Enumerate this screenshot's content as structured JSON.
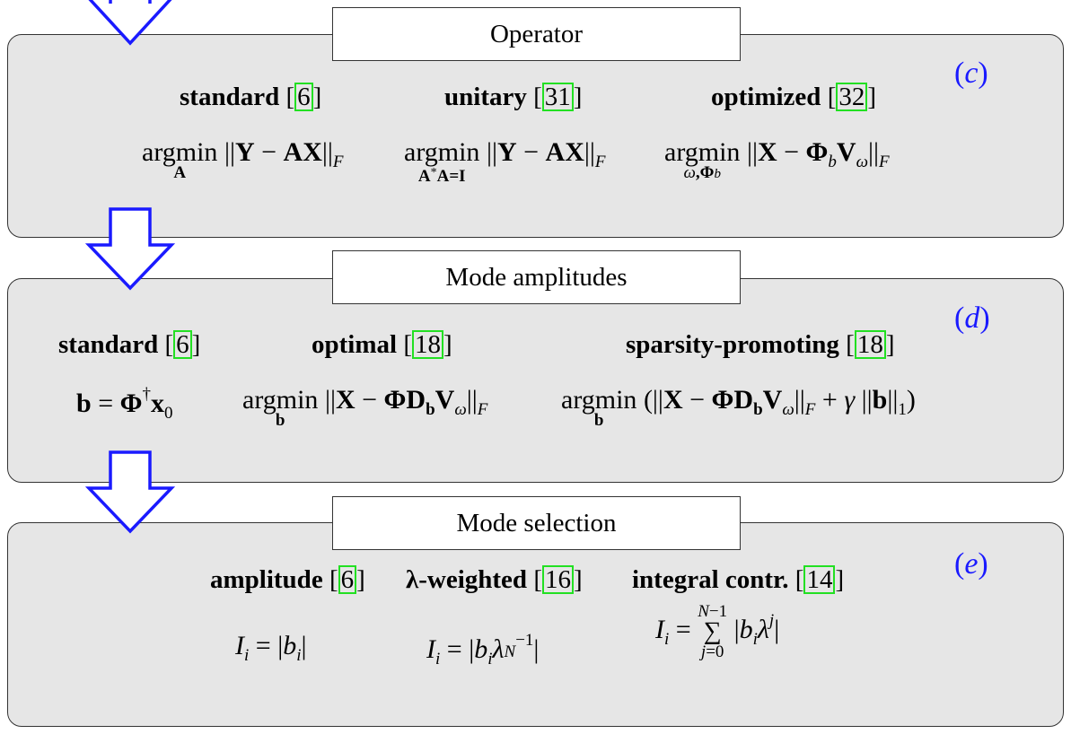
{
  "accent_color": "#1a1aff",
  "citation_color": "#22e022",
  "panels": [
    {
      "title": "Operator",
      "tag": "c",
      "methods": [
        {
          "name": "standard",
          "ref": "6"
        },
        {
          "name": "unitary",
          "ref": "31"
        },
        {
          "name": "optimized",
          "ref": "32"
        }
      ],
      "formulas": [
        {
          "op": "argmin",
          "sub": "A",
          "body": "||Y − AX||",
          "norm": "F"
        },
        {
          "op": "argmin",
          "sub": "A*A=I",
          "body": "||Y − AX||",
          "norm": "F"
        },
        {
          "op": "argmin",
          "sub": "ω,Φb",
          "body": "||X − ΦbVω||",
          "norm": "F"
        }
      ]
    },
    {
      "title": "Mode amplitudes",
      "tag": "d",
      "methods": [
        {
          "name": "standard",
          "ref": "6"
        },
        {
          "name": "optimal",
          "ref": "18"
        },
        {
          "name": "sparsity-promoting",
          "ref": "18"
        }
      ],
      "formulas": [
        {
          "text": "b = Φ†x0"
        },
        {
          "op": "argmin",
          "sub": "b",
          "body": "||X − ΦDbVω||",
          "norm": "F"
        },
        {
          "op": "argmin",
          "sub": "b",
          "body": "(||X − ΦDbVω||F + γ ||b||1)"
        }
      ]
    },
    {
      "title": "Mode selection",
      "tag": "e",
      "methods": [
        {
          "name": "amplitude",
          "ref": "6"
        },
        {
          "name": "λ-weighted",
          "ref": "16"
        },
        {
          "name": "integral contr.",
          "ref": "14"
        }
      ],
      "formulas": [
        {
          "text": "Ii = |bi|"
        },
        {
          "text": "Ii = |biλi^(N−1)|"
        },
        {
          "text": "Ii = Σ_{j=0}^{N−1} |biλi^j|"
        }
      ]
    }
  ]
}
